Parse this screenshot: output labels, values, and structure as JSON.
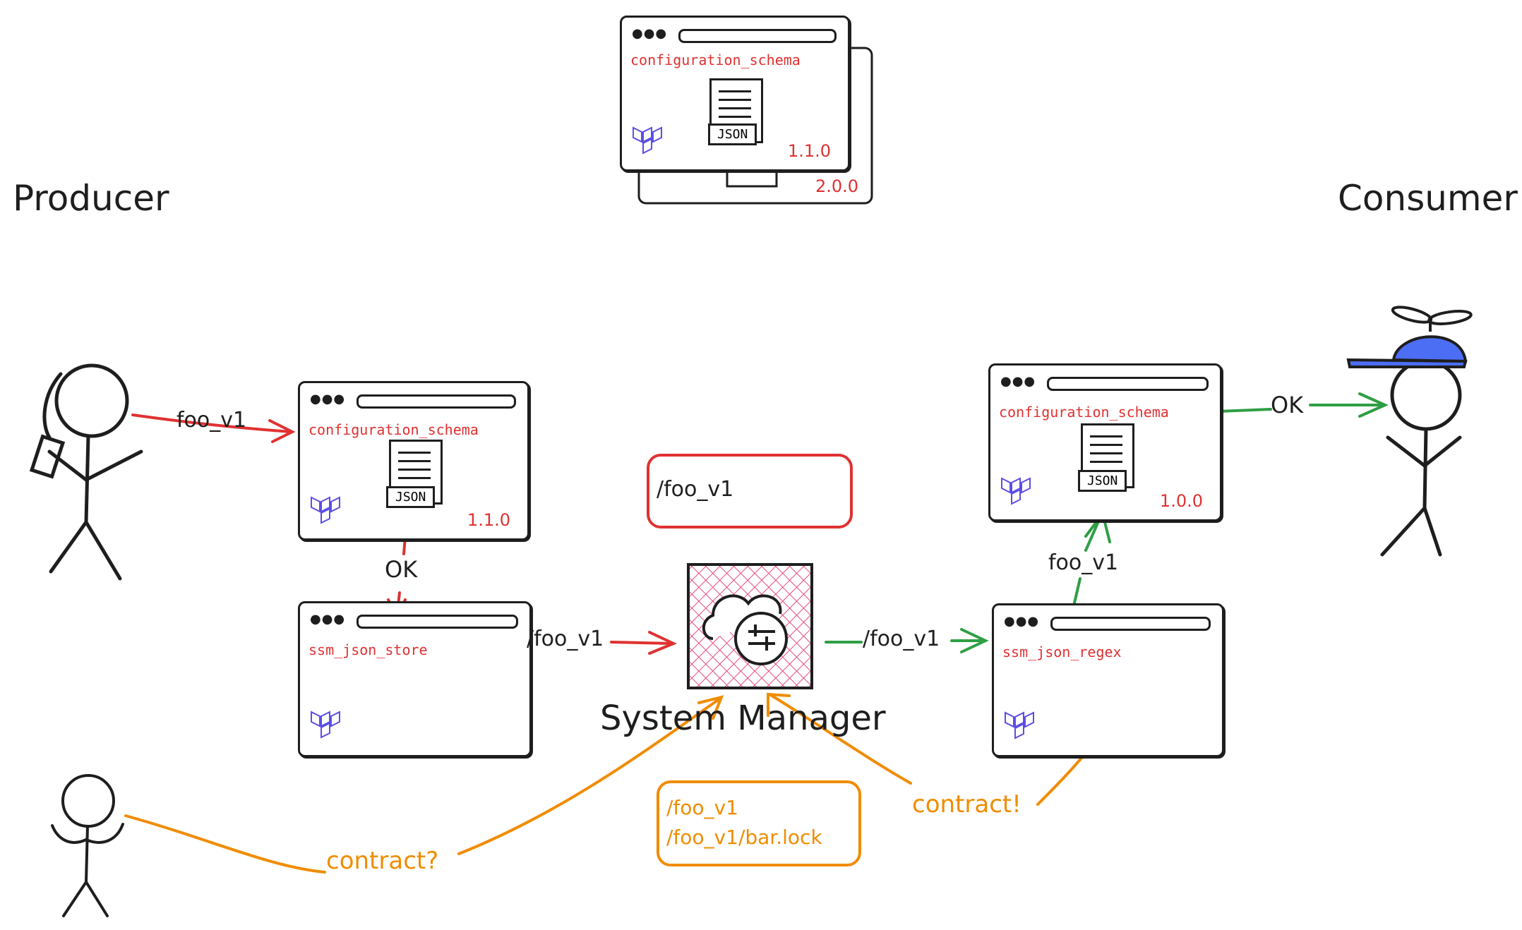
{
  "labels": {
    "producer": "Producer",
    "consumer": "Consumer",
    "system_manager": "System Manager"
  },
  "windows": {
    "top_front": {
      "title": "configuration_schema",
      "version": "1.1.0",
      "tag": "JSON"
    },
    "top_back": {
      "version": "2.0.0"
    },
    "producer_schema": {
      "title": "configuration_schema",
      "version": "1.1.0",
      "tag": "JSON"
    },
    "store": {
      "title": "ssm_json_store"
    },
    "consumer_schema": {
      "title": "configuration_schema",
      "version": "1.0.0",
      "tag": "JSON"
    },
    "regex": {
      "title": "ssm_json_regex"
    }
  },
  "edges": {
    "producer_to_schema": "foo_v1",
    "schema_to_store": "OK",
    "store_to_sm": "/foo_v1",
    "sm_to_regex": "/foo_v1",
    "regex_to_schema": "foo_v1",
    "schema_to_consumer": "OK",
    "asker_to_sm": "contract?",
    "regex_to_sm": "contract!"
  },
  "notes": {
    "red_box": "/foo_v1",
    "orange_line1": "/foo_v1",
    "orange_line2": "/foo_v1/bar.lock"
  },
  "colors": {
    "ink": "#1e1e1e",
    "red": "#e03131",
    "green": "#2f9e44",
    "orange": "#f08c00",
    "blue": "#4c6ef5",
    "terraform_purple": "#5c4ee5",
    "pink_hatch": "#e64980"
  }
}
